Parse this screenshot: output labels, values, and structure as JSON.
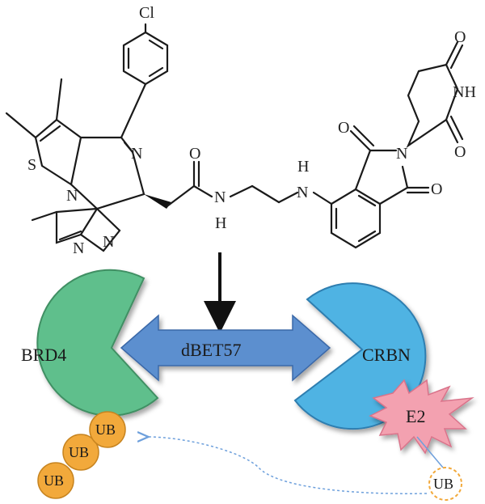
{
  "molecule": {
    "atoms": {
      "chlorine": "Cl",
      "sulfur": "S",
      "imine_n": "N",
      "triazole_n1": "N",
      "triazole_n2": "N",
      "triazole_n3": "N",
      "amide_o": "O",
      "amide_n": "N",
      "amide_h": "H",
      "amine_n": "N",
      "amine_h": "H",
      "phthal_o1": "O",
      "phthal_o2": "O",
      "phthal_n": "N",
      "glut_o1": "O",
      "glut_o2": "O",
      "glut_nh": "NH"
    }
  },
  "proteins": {
    "target": "BRD4",
    "ligase": "CRBN",
    "e2": "E2"
  },
  "degrader": "dBET57",
  "ubiquitin": {
    "chain": [
      "UB",
      "UB",
      "UB"
    ],
    "incoming": "UB"
  },
  "colors": {
    "brd4_fill": "#5fbf8c",
    "crbn_fill": "#4fb3e3",
    "arrow_fill": "#5b8fcf",
    "e2_fill": "#f3a1b0",
    "ub_fill": "#f2a93b",
    "transfer_line": "#6ea0dc"
  }
}
